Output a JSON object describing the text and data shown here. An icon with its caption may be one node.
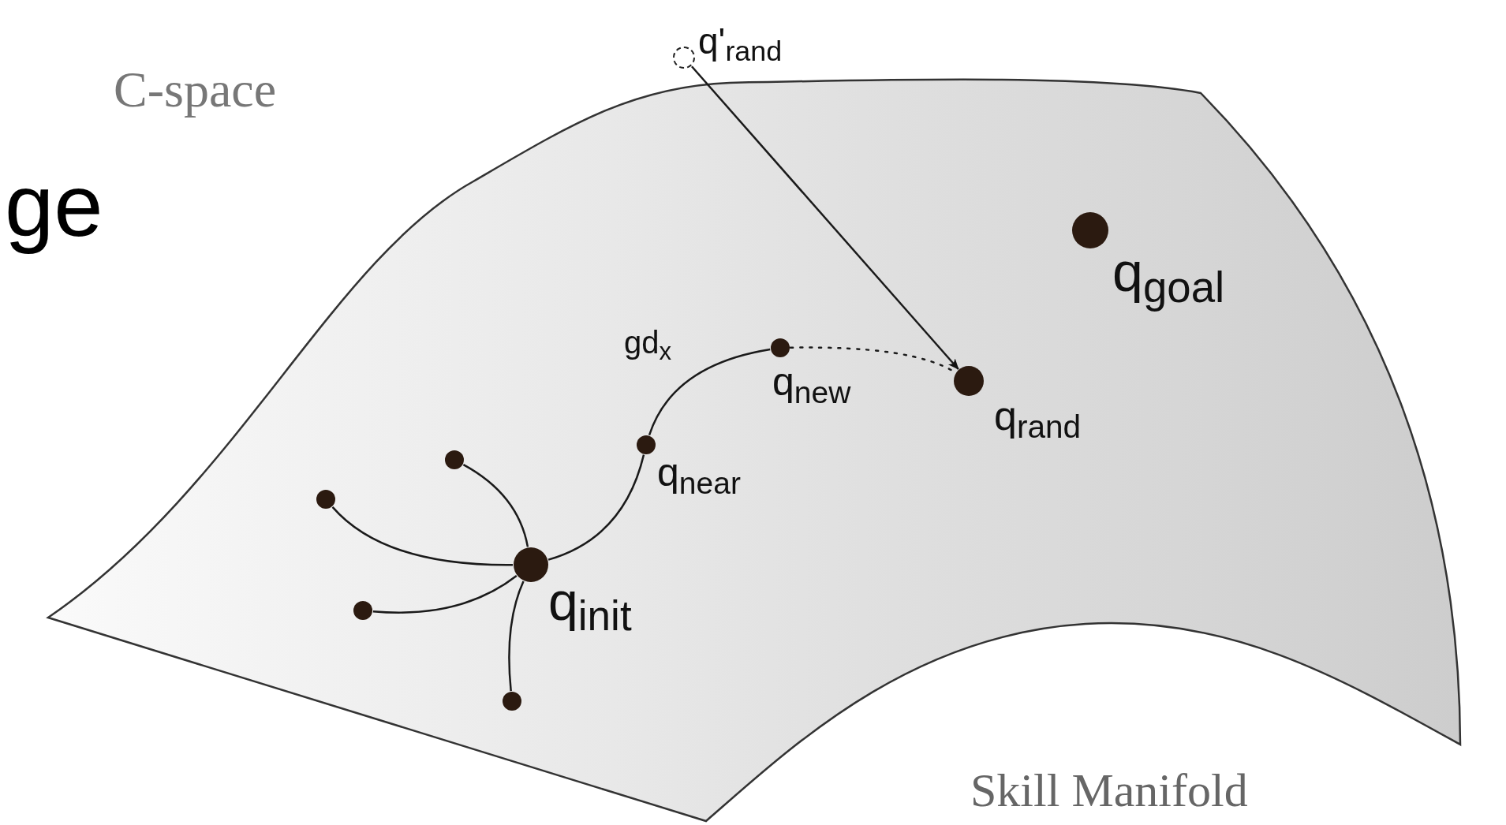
{
  "diagram": {
    "nodes": [
      {
        "text": [
          "Skill Manifold"
        ]
      },
      {
        "text": [],
        "shape": "circle",
        "in": 0,
        "beside": [
          "q$_{init}$"
        ]
      },
      {
        "text": [],
        "shape": "circle",
        "in": 0
      },
      {
        "text": [],
        "shape": "circle",
        "in": 0
      },
      {
        "text": [],
        "shape": "circle",
        "in": 0
      },
      {
        "text": [],
        "shape": "circle",
        "in": 0
      },
      {
        "text": [],
        "shape": "circle",
        "in": 0,
        "beside": [
          "q$_{near}$"
        ]
      },
      {
        "text": [],
        "shape": "circle",
        "in": 0,
        "beside": [
          "q$_{new}$"
        ]
      },
      {
        "text": [],
        "shape": "circle",
        "in": 0,
        "beside": [
          "q$_{rand}$"
        ]
      },
      {
        "text": [],
        "shape": "circle",
        "in": 0,
        "beside": [
          "q$_{goal}$"
        ]
      },
      {
        "text": [],
        "shape": "circle",
        "beside": [
          "q'$_{rand}$"
        ]
      }
    ],
    "edges": [
      {
        "from": 1,
        "to": 2,
        "arrow": "none"
      },
      {
        "from": 1,
        "to": 3,
        "arrow": "none"
      },
      {
        "from": 1,
        "to": 4,
        "arrow": "none"
      },
      {
        "from": 1,
        "to": 5,
        "arrow": "none"
      },
      {
        "from": 1,
        "to": 6,
        "arrow": "none"
      },
      {
        "from": 6,
        "to": 7,
        "arrow": "none",
        "label": "gd$_{x}$"
      },
      {
        "from": 7,
        "to": 8,
        "arrow": "none",
        "style": "dashed"
      },
      {
        "from": 10,
        "to": 8,
        "arrow": "to"
      }
    ],
    "labels": [
      "ge",
      "C-space"
    ]
  }
}
